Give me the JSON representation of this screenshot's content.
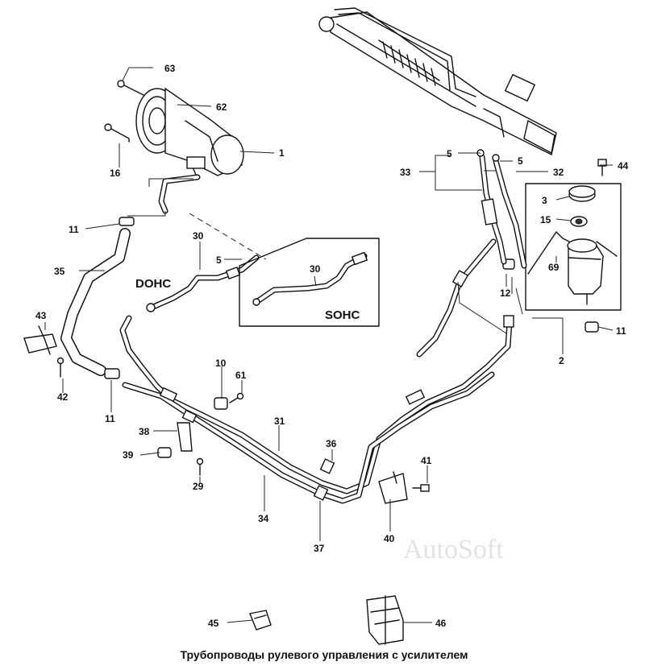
{
  "caption": "Трубопроводы рулевого управления с усилителем",
  "engine_variants": {
    "dohc": "DOHC",
    "sohc": "SOHC"
  },
  "watermark": "AutoSoft",
  "callouts": {
    "c63": "63",
    "c62": "62",
    "c1": "1",
    "c16": "16",
    "c11a": "11",
    "c30a": "30",
    "c5a": "5",
    "c35": "35",
    "c43": "43",
    "c42": "42",
    "c30b": "30",
    "c5b": "5",
    "c5c": "5",
    "c33": "33",
    "c32": "32",
    "c44": "44",
    "c3": "3",
    "c15": "15",
    "c69": "69",
    "c12": "12",
    "c11b": "11",
    "c2": "2",
    "c10": "10",
    "c61": "61",
    "c11c": "11",
    "c31": "31",
    "c36": "36",
    "c38": "38",
    "c39": "39",
    "c29": "29",
    "c34": "34",
    "c41": "41",
    "c40": "40",
    "c37": "37",
    "c45": "45",
    "c46": "46"
  }
}
